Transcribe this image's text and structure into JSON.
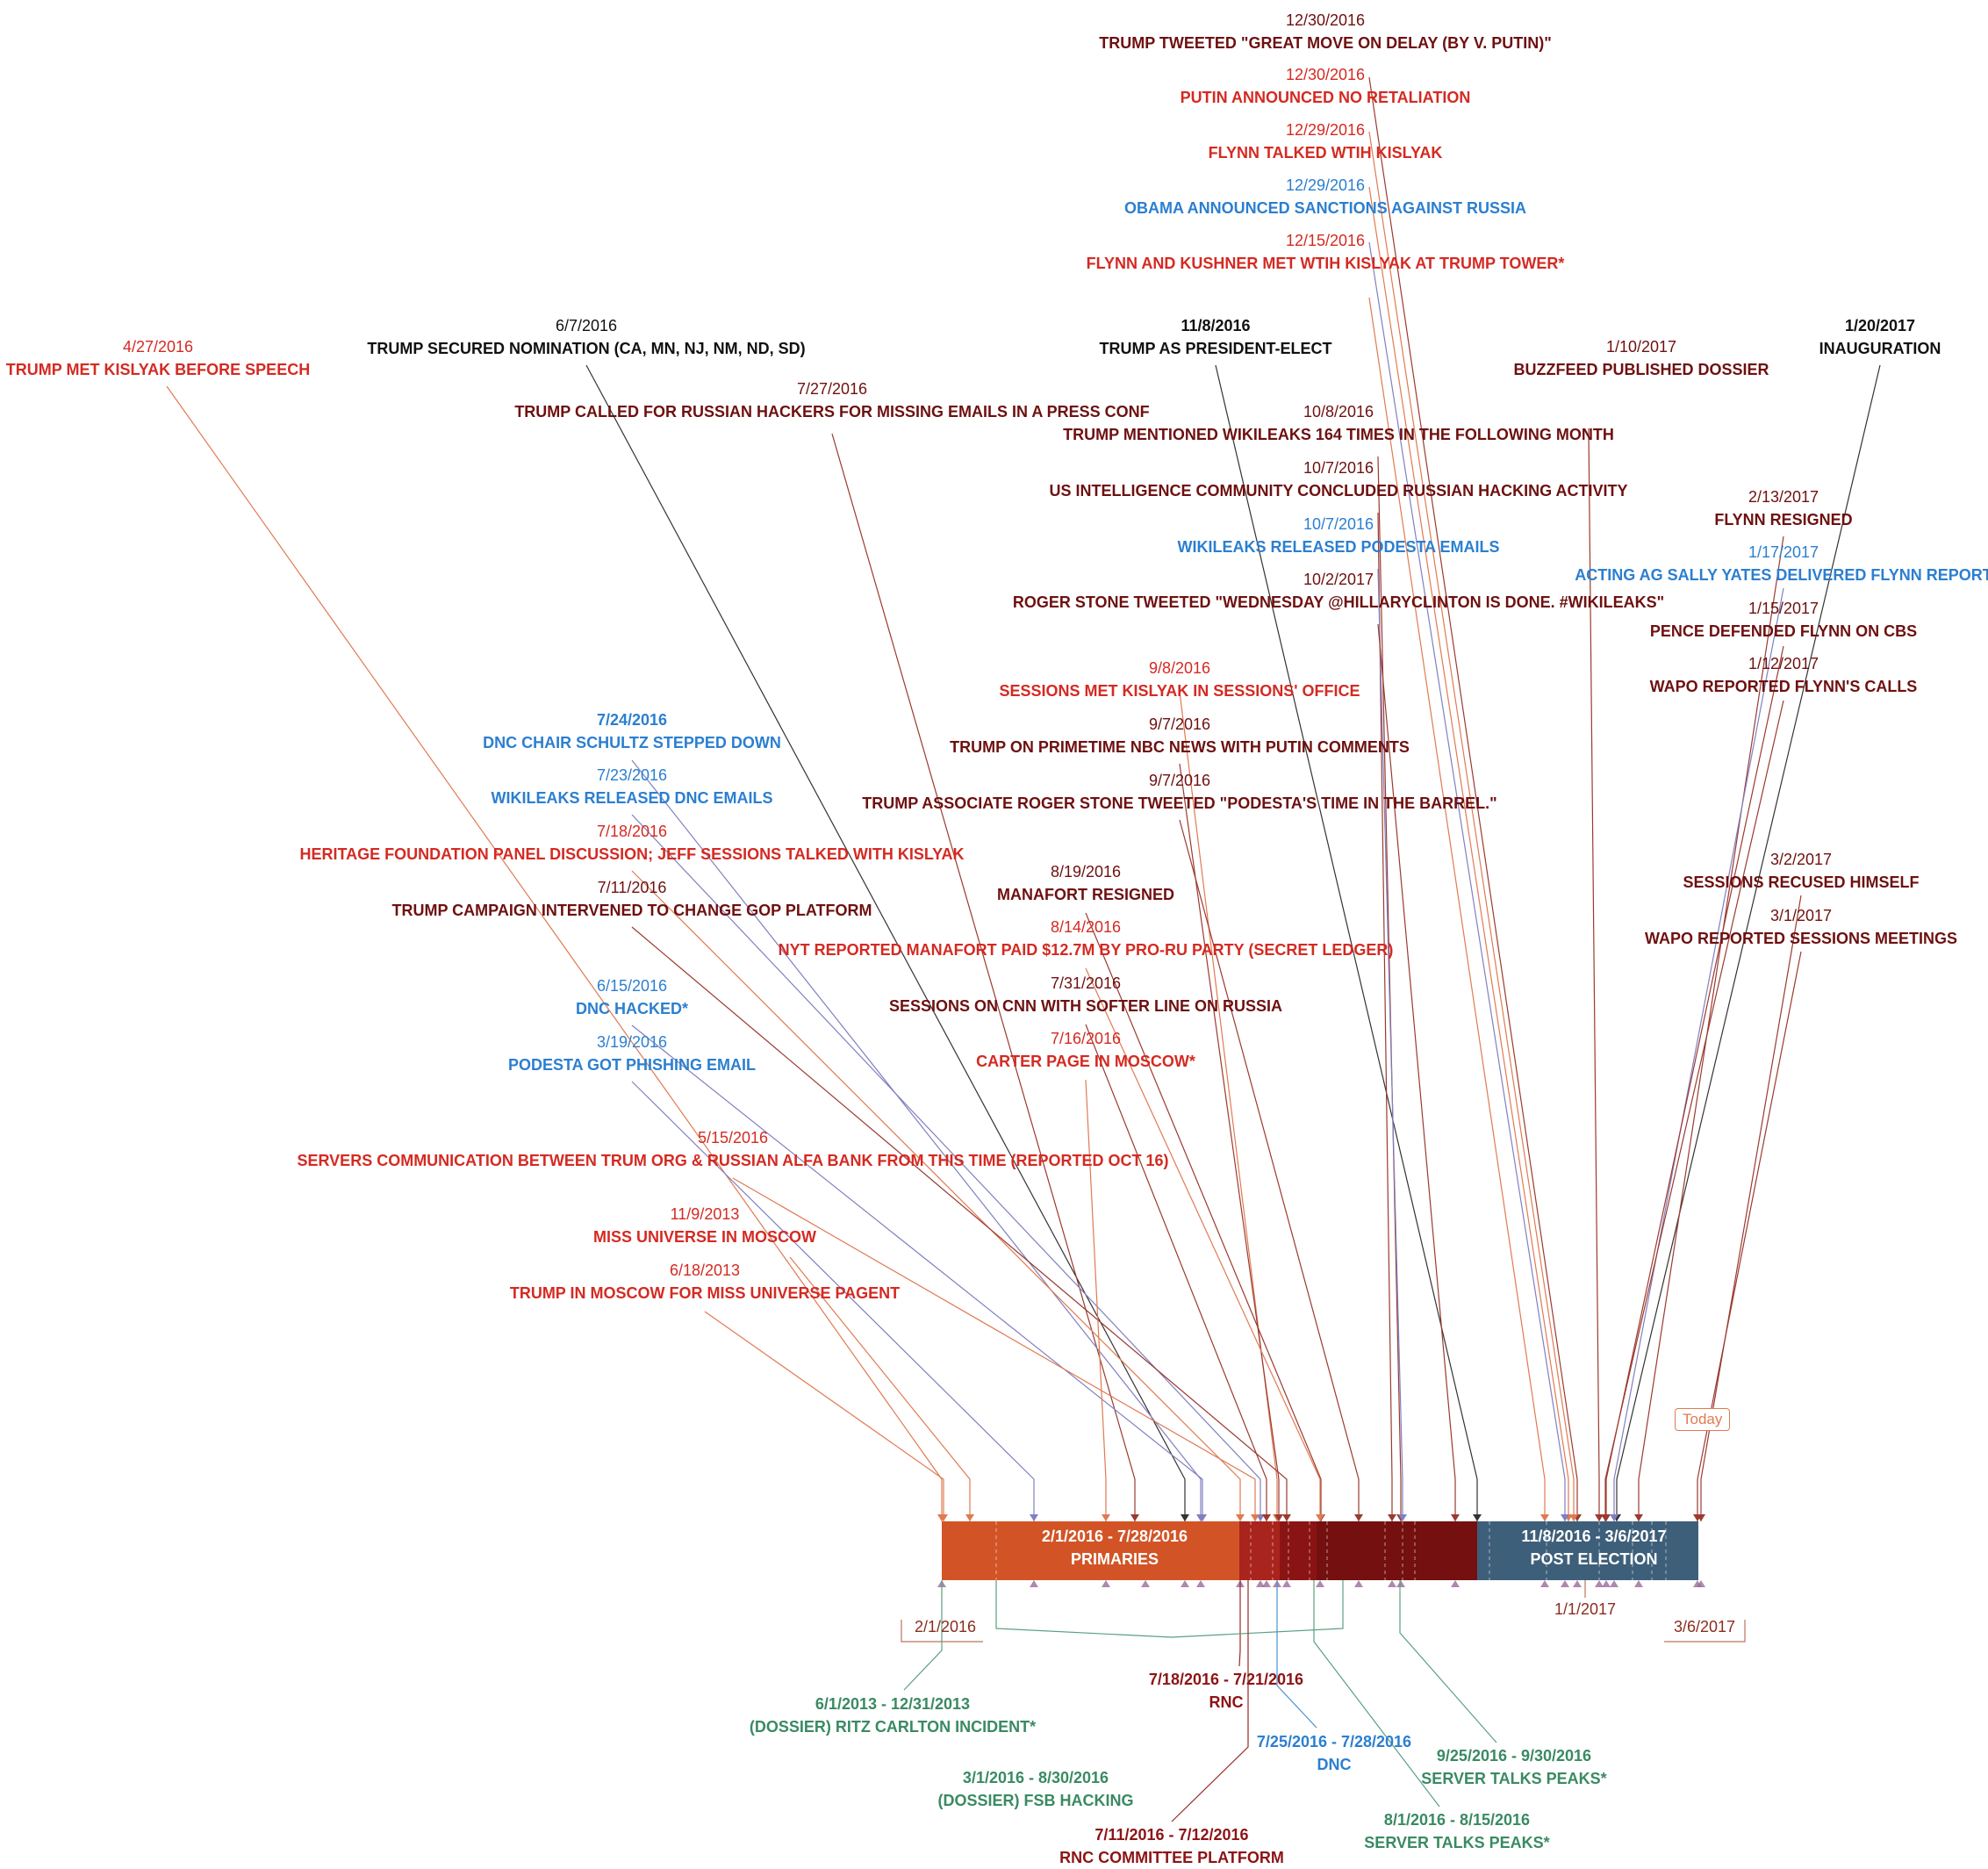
{
  "top_events": [
    {
      "date": "12/30/2016",
      "text": "TRUMP TWEETED \"GREAT MOVE ON DELAY (BY V. PUTIN)\"",
      "color": "dark",
      "bold_date": false
    },
    {
      "date": "12/30/2016",
      "text": "PUTIN ANNOUNCED NO RETALIATION",
      "color": "red",
      "bold_date": false
    },
    {
      "date": "12/29/2016",
      "text": "FLYNN TALKED WTIH KISLYAK",
      "color": "red",
      "bold_date": false
    },
    {
      "date": "12/29/2016",
      "text": "OBAMA ANNOUNCED SANCTIONS AGAINST RUSSIA",
      "color": "blue",
      "bold_date": false
    },
    {
      "date": "12/15/2016",
      "text": "FLYNN AND KUSHNER MET WTIH KISLYAK AT TRUMP TOWER*",
      "color": "red",
      "bold_date": false
    },
    {
      "date": "4/27/2016",
      "text": "TRUMP MET KISLYAK BEFORE SPEECH",
      "color": "red",
      "bold_date": false
    },
    {
      "date": "6/7/2016",
      "text": "TRUMP SECURED NOMINATION (CA, MN, NJ, NM, ND, SD)",
      "color": "black",
      "bold_date": false
    },
    {
      "date": "11/8/2016",
      "text": "TRUMP AS PRESIDENT-ELECT",
      "color": "black",
      "bold_date": true
    },
    {
      "date": "1/10/2017",
      "text": "BUZZFEED PUBLISHED DOSSIER",
      "color": "dark",
      "bold_date": false
    },
    {
      "date": "1/20/2017",
      "text": "INAUGURATION",
      "color": "black",
      "bold_date": true
    },
    {
      "date": "7/27/2016",
      "text": "TRUMP CALLED FOR RUSSIAN HACKERS FOR MISSING EMAILS IN A PRESS CONF",
      "color": "dark",
      "bold_date": false
    },
    {
      "date": "10/8/2016",
      "text": "TRUMP MENTIONED WIKILEAKS 164 TIMES IN THE FOLLOWING MONTH",
      "color": "dark",
      "bold_date": false
    },
    {
      "date": "10/7/2016",
      "text": "US INTELLIGENCE COMMUNITY CONCLUDED RUSSIAN HACKING ACTIVITY",
      "color": "dark",
      "bold_date": false
    },
    {
      "date": "2/13/2017",
      "text": "FLYNN RESIGNED",
      "color": "dark",
      "bold_date": false
    },
    {
      "date": "10/7/2016",
      "text": "WIKILEAKS RELEASED PODESTA EMAILS",
      "color": "blue",
      "bold_date": false
    },
    {
      "date": "1/17/2017",
      "text": "ACTING AG SALLY YATES DELIVERED FLYNN REPORT",
      "color": "blue",
      "bold_date": false
    },
    {
      "date": "10/2/2017",
      "text": "ROGER STONE TWEETED \"WEDNESDAY @HILLARYCLINTON IS DONE. #WIKILEAKS\"",
      "color": "dark",
      "bold_date": false
    },
    {
      "date": "1/15/2017",
      "text": "PENCE DEFENDED FLYNN ON CBS",
      "color": "dark",
      "bold_date": false
    },
    {
      "date": "9/8/2016",
      "text": "SESSIONS MET KISLYAK IN SESSIONS' OFFICE",
      "color": "red",
      "bold_date": false
    },
    {
      "date": "1/12/2017",
      "text": "WAPO REPORTED FLYNN'S CALLS",
      "color": "dark",
      "bold_date": false
    },
    {
      "date": "7/24/2016",
      "text": "DNC CHAIR SCHULTZ STEPPED DOWN",
      "color": "blue",
      "bold_date": true
    },
    {
      "date": "9/7/2016",
      "text": "TRUMP ON PRIMETIME NBC NEWS WITH PUTIN COMMENTS",
      "color": "dark",
      "bold_date": false
    },
    {
      "date": "7/23/2016",
      "text": "WIKILEAKS RELEASED DNC EMAILS",
      "color": "blue",
      "bold_date": false
    },
    {
      "date": "9/7/2016",
      "text": "TRUMP ASSOCIATE ROGER STONE TWEETED \"PODESTA'S TIME IN THE BARREL.\"",
      "color": "dark",
      "bold_date": false
    },
    {
      "date": "7/18/2016",
      "text": "HERITAGE FOUNDATION PANEL DISCUSSION; JEFF SESSIONS TALKED WITH KISLYAK",
      "color": "red",
      "bold_date": false
    },
    {
      "date": "3/2/2017",
      "text": "SESSIONS RECUSED HIMSELF",
      "color": "dark",
      "bold_date": false
    },
    {
      "date": "7/11/2016",
      "text": "TRUMP CAMPAIGN INTERVENED TO CHANGE GOP PLATFORM",
      "color": "dark",
      "bold_date": false
    },
    {
      "date": "8/19/2016",
      "text": "MANAFORT RESIGNED",
      "color": "dark",
      "bold_date": false
    },
    {
      "date": "3/1/2017",
      "text": "WAPO REPORTED SESSIONS MEETINGS",
      "color": "dark",
      "bold_date": false
    },
    {
      "date": "8/14/2016",
      "text": "NYT REPORTED MANAFORT PAID $12.7M BY PRO-RU PARTY (SECRET LEDGER)",
      "color": "red",
      "bold_date": false
    },
    {
      "date": "7/31/2016",
      "text": "SESSIONS ON CNN WITH SOFTER LINE ON RUSSIA",
      "color": "dark",
      "bold_date": false
    },
    {
      "date": "6/15/2016",
      "text": "DNC HACKED*",
      "color": "blue",
      "bold_date": false
    },
    {
      "date": "7/16/2016",
      "text": "CARTER PAGE IN MOSCOW*",
      "color": "red",
      "bold_date": false
    },
    {
      "date": "3/19/2016",
      "text": "PODESTA GOT PHISHING EMAIL",
      "color": "blue",
      "bold_date": false
    },
    {
      "date": "5/15/2016",
      "text": "SERVERS COMMUNICATION BETWEEN TRUM ORG & RUSSIAN ALFA BANK FROM THIS TIME (REPORTED OCT 16)",
      "color": "red",
      "bold_date": false
    },
    {
      "date": "11/9/2013",
      "text": "MISS UNIVERSE IN MOSCOW",
      "color": "red",
      "bold_date": false
    },
    {
      "date": "6/18/2013",
      "text": "TRUMP IN MOSCOW FOR MISS UNIVERSE PAGENT",
      "color": "red",
      "bold_date": false
    }
  ],
  "bands": [
    {
      "range": "2/1/2016 - 7/28/2016",
      "name": "PRIMARIES",
      "color": "#d25426"
    },
    {
      "range": "11/8/2016 - 3/6/2017",
      "name": "POST ELECTION",
      "color": "#3e5f7a"
    }
  ],
  "band_colors": {
    "early": "#d25426",
    "mid1": "#a8241c",
    "mid2": "#8a1414",
    "mid3": "#741010",
    "post": "#3e5f7a"
  },
  "axis": {
    "start": "2/1/2016",
    "end": "3/6/2017",
    "mid": "1/1/2017",
    "today": "Today"
  },
  "bottom_spans": [
    {
      "range": "6/1/2013 - 12/31/2013",
      "name": "(DOSSIER) RITZ CARLTON INCIDENT*",
      "color": "green"
    },
    {
      "range": "7/18/2016 - 7/21/2016",
      "name": "RNC",
      "color": "maroon"
    },
    {
      "range": "7/25/2016 - 7/28/2016",
      "name": "DNC",
      "color": "rblue"
    },
    {
      "range": "9/25/2016 - 9/30/2016",
      "name": "SERVER TALKS PEAKS*",
      "color": "green"
    },
    {
      "range": "3/1/2016 - 8/30/2016",
      "name": "(DOSSIER) FSB HACKING",
      "color": "green"
    },
    {
      "range": "8/1/2016 - 8/15/2016",
      "name": "SERVER TALKS PEAKS*",
      "color": "green"
    },
    {
      "range": "7/11/2016 - 7/12/2016",
      "name": "RNC COMMITTEE PLATFORM",
      "color": "maroon"
    }
  ]
}
